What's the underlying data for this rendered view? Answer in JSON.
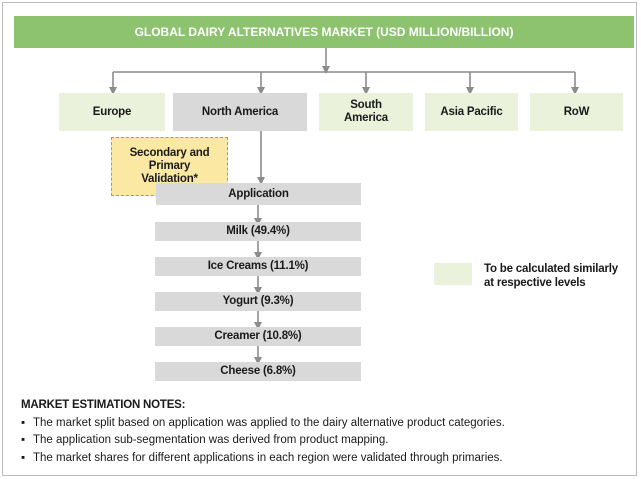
{
  "title": "GLOBAL DAIRY ALTERNATIVES MARKET (USD MILLION/BILLION)",
  "regions": [
    {
      "label": "Europe"
    },
    {
      "label": "North America"
    },
    {
      "label": "South America"
    },
    {
      "label": "Asia Pacific"
    },
    {
      "label": "RoW"
    }
  ],
  "validation_label": "Secondary and Primary Validation*",
  "application": {
    "header": "Application",
    "segments": [
      {
        "label": "Milk (49.4%)"
      },
      {
        "label": "Ice Creams (11.1%)"
      },
      {
        "label": "Yogurt (9.3%)"
      },
      {
        "label": "Creamer (10.8%)"
      },
      {
        "label": "Cheese (6.8%)"
      }
    ]
  },
  "legend": {
    "text": "To be calculated similarly at respective levels"
  },
  "notes": {
    "title": "MARKET ESTIMATION NOTES:",
    "items": [
      "The market split based on application was applied to the dairy alternative product categories.",
      "The application sub-segmentation was derived from product mapping.",
      "The market shares for different applications in each region were validated through primaries."
    ]
  },
  "colors": {
    "title_bg": "#8dc26f",
    "region_bg": "#ebf2dc",
    "highlight_bg": "#d9d9d9",
    "validation_bg": "#fbe8a3",
    "connector": "#8c8c8c"
  }
}
